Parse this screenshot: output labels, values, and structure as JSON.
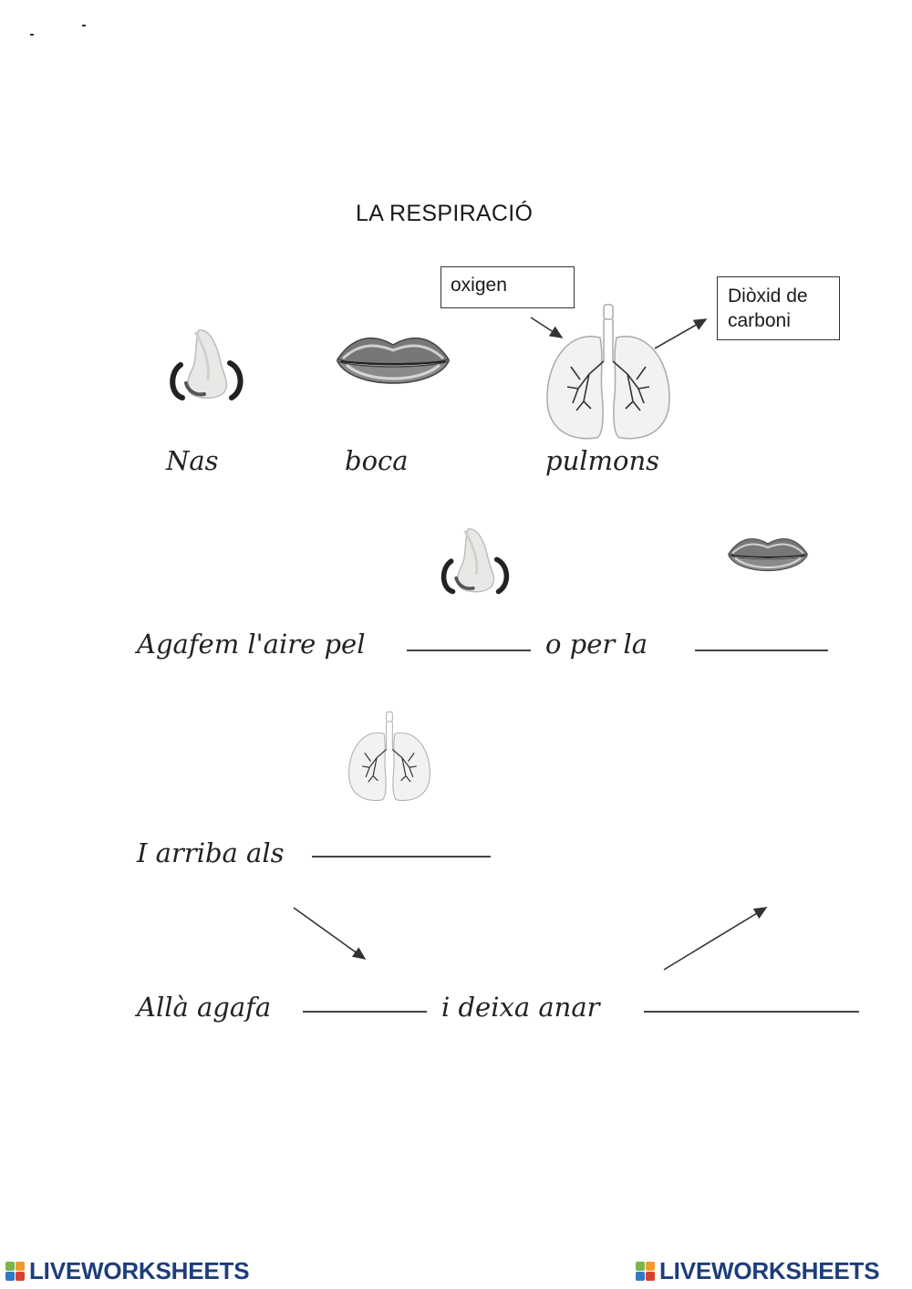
{
  "title": "LA RESPIRACIÓ",
  "diagram": {
    "oxygen_label": "oxigen",
    "co2_label_line1": "Diòxid de",
    "co2_label_line2": "carboni"
  },
  "captions": {
    "nose": "Nas",
    "mouth": "boca",
    "lungs": "pulmons"
  },
  "sentences": {
    "s1_part1": "Agafem l'aire pel",
    "s1_part2": "o per la",
    "s2_part1": "I arriba als",
    "s3_part1": "Allà agafa",
    "s3_part2": "i deixa anar"
  },
  "blanks": {
    "b1": "",
    "b2": "",
    "b3": "",
    "b4": "",
    "b5": ""
  },
  "brand": {
    "left": "LIVEWORKSHEETS",
    "right": "LIVEWORKSHEETS"
  },
  "colors": {
    "brand_text": "#1d3e7a",
    "logo_green": "#7ab648",
    "logo_orange": "#f29a2e",
    "logo_blue": "#2e7bc4",
    "logo_red": "#d9412f"
  },
  "icons": [
    "nose-icon",
    "lips-icon",
    "lungs-icon",
    "arrow-icon"
  ]
}
